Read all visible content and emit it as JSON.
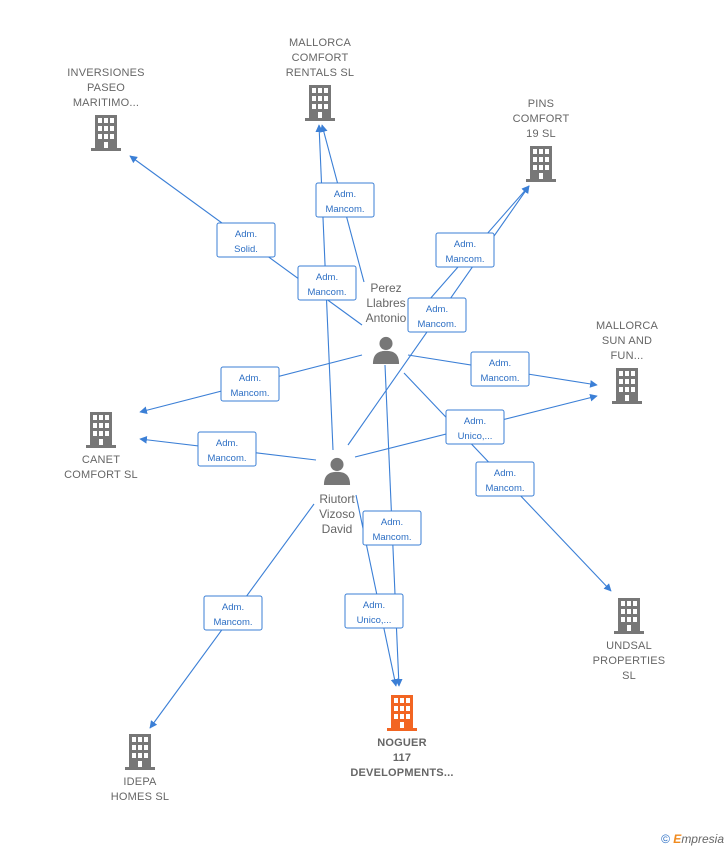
{
  "companies": [
    {
      "id": "inversiones",
      "lines": [
        "INVERSIONES",
        "PASEO",
        "MARITIMO..."
      ],
      "highlight": false
    },
    {
      "id": "mallorca-comfort",
      "lines": [
        "MALLORCA",
        "COMFORT",
        "RENTALS SL"
      ],
      "highlight": false
    },
    {
      "id": "pins",
      "lines": [
        "PINS",
        "COMFORT",
        "19 SL"
      ],
      "highlight": false
    },
    {
      "id": "mallorca-sun",
      "lines": [
        "MALLORCA",
        "SUN AND",
        "FUN..."
      ],
      "highlight": false
    },
    {
      "id": "canet",
      "lines": [
        "CANET",
        "COMFORT  SL"
      ],
      "highlight": false
    },
    {
      "id": "undsal",
      "lines": [
        "UNDSAL",
        "PROPERTIES",
        "SL"
      ],
      "highlight": false
    },
    {
      "id": "noguer",
      "lines": [
        "NOGUER",
        "117",
        "DEVELOPMENTS..."
      ],
      "highlight": true
    },
    {
      "id": "idepa",
      "lines": [
        "IDEPA",
        "HOMES  SL"
      ],
      "highlight": false
    }
  ],
  "persons": [
    {
      "id": "perez",
      "lines": [
        "Perez",
        "Llabres",
        "Antonio"
      ]
    },
    {
      "id": "riutort",
      "lines": [
        "Riutort",
        "Vizoso",
        "David"
      ]
    }
  ],
  "relations": [
    {
      "lines": [
        "Adm.",
        "Solid."
      ]
    },
    {
      "lines": [
        "Adm.",
        "Mancom."
      ]
    },
    {
      "lines": [
        "Adm.",
        "Mancom."
      ]
    },
    {
      "lines": [
        "Adm.",
        "Mancom."
      ]
    },
    {
      "lines": [
        "Adm.",
        "Mancom."
      ]
    },
    {
      "lines": [
        "Adm.",
        "Mancom."
      ]
    },
    {
      "lines": [
        "Adm.",
        "Mancom."
      ]
    },
    {
      "lines": [
        "Adm.",
        "Mancom."
      ]
    },
    {
      "lines": [
        "Adm.",
        "Unico,..."
      ]
    },
    {
      "lines": [
        "Adm.",
        "Mancom."
      ]
    },
    {
      "lines": [
        "Adm.",
        "Mancom."
      ]
    },
    {
      "lines": [
        "Adm.",
        "Mancom."
      ]
    },
    {
      "lines": [
        "Adm.",
        "Unico,..."
      ]
    },
    {
      "lines": [
        "Adm.",
        "Mancom."
      ]
    }
  ],
  "colors": {
    "edge": "#3b7fd6",
    "building": "#777777",
    "building_highlight": "#f26522",
    "person": "#777777"
  },
  "brand": {
    "copyright": "©",
    "initial": "E",
    "rest": "mpresia"
  }
}
